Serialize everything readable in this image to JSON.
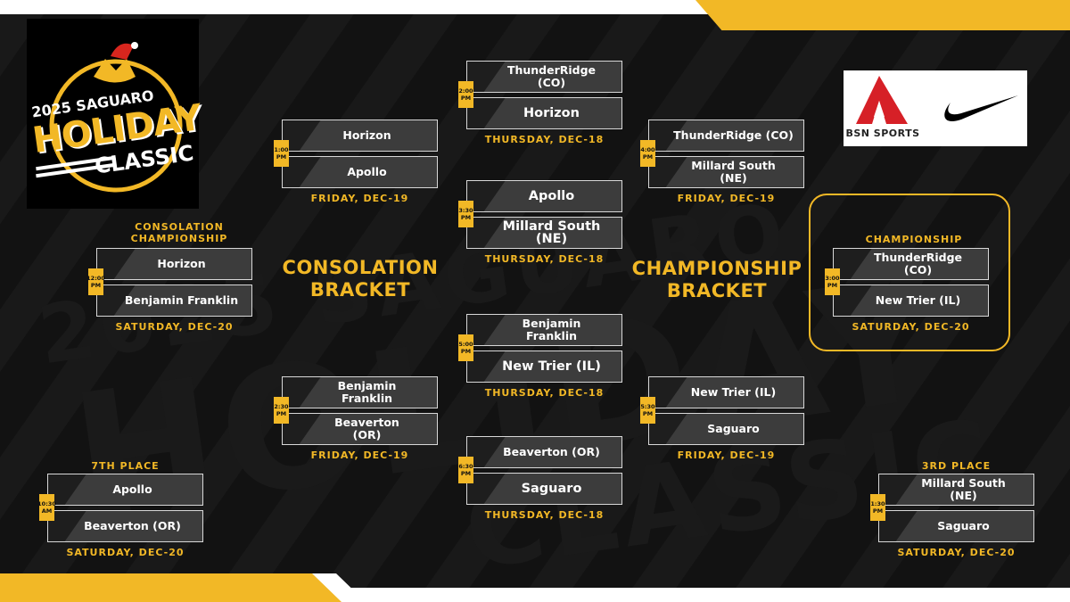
{
  "colors": {
    "accent": "#f2b826",
    "background": "#121212",
    "slot": "#3c3c3c"
  },
  "logo": {
    "year_text": "2025 SAGUARO",
    "main_text": "HOLIDAY",
    "sub_text": "CLASSIC",
    "icon": "saguaro-cat-santa-hat-icon"
  },
  "sponsors": {
    "bsn": "BSN SPORTS",
    "nike_icon": "nike-swoosh-icon",
    "bsn_icon": "bsn-logo-icon"
  },
  "headings": {
    "consolation": "CONSOLATION BRACKET",
    "championship": "CHAMPIONSHIP BRACKET",
    "cons_final": "CONSOLATION CHAMPIONSHIP",
    "final": "CHAMPIONSHIP",
    "seventh": "7TH PLACE",
    "third": "3RD PLACE"
  },
  "matches": {
    "qf1": {
      "time": "2:00\nPM",
      "top": "ThunderRidge\n(CO)",
      "bottom": "Horizon",
      "date": "THURSDAY, DEC-18"
    },
    "qf2": {
      "time": "3:30\nPM",
      "top": "Apollo",
      "bottom": "Millard South (NE)",
      "date": "THURSDAY, DEC-18"
    },
    "qf3": {
      "time": "5:00\nPM",
      "top": "Benjamin\nFranklin",
      "bottom": "New Trier (IL)",
      "date": "THURSDAY, DEC-18"
    },
    "qf4": {
      "time": "6:30\nPM",
      "top": "Beaverton (OR)",
      "bottom": "Saguaro",
      "date": "THURSDAY, DEC-18"
    },
    "cs1": {
      "time": "1:00\nPM",
      "top": "Horizon",
      "bottom": "Apollo",
      "date": "FRIDAY, DEC-19"
    },
    "cs2": {
      "time": "2:30\nPM",
      "top": "Benjamin\nFranklin",
      "bottom": "Beaverton\n(OR)",
      "date": "FRIDAY, DEC-19"
    },
    "ss1": {
      "time": "4:00\nPM",
      "top": "ThunderRidge (CO)",
      "bottom": "Millard South\n(NE)",
      "date": "FRIDAY, DEC-19"
    },
    "ss2": {
      "time": "5:30\nPM",
      "top": "New Trier (IL)",
      "bottom": "Saguaro",
      "date": "FRIDAY, DEC-19"
    },
    "cf": {
      "time": "12:00\nPM",
      "top": "Horizon",
      "bottom": "Benjamin Franklin",
      "date": "SATURDAY, DEC-20"
    },
    "ch": {
      "time": "3:00\nPM",
      "top": "ThunderRidge\n(CO)",
      "bottom": "New Trier (IL)",
      "date": "SATURDAY, DEC-20"
    },
    "sev": {
      "time": "10:30\nAM",
      "top": "Apollo",
      "bottom": "Beaverton (OR)",
      "date": "SATURDAY, DEC-20"
    },
    "thr": {
      "time": "1:30\nPM",
      "top": "Millard South\n(NE)",
      "bottom": "Saguaro",
      "date": "SATURDAY, DEC-20"
    }
  }
}
